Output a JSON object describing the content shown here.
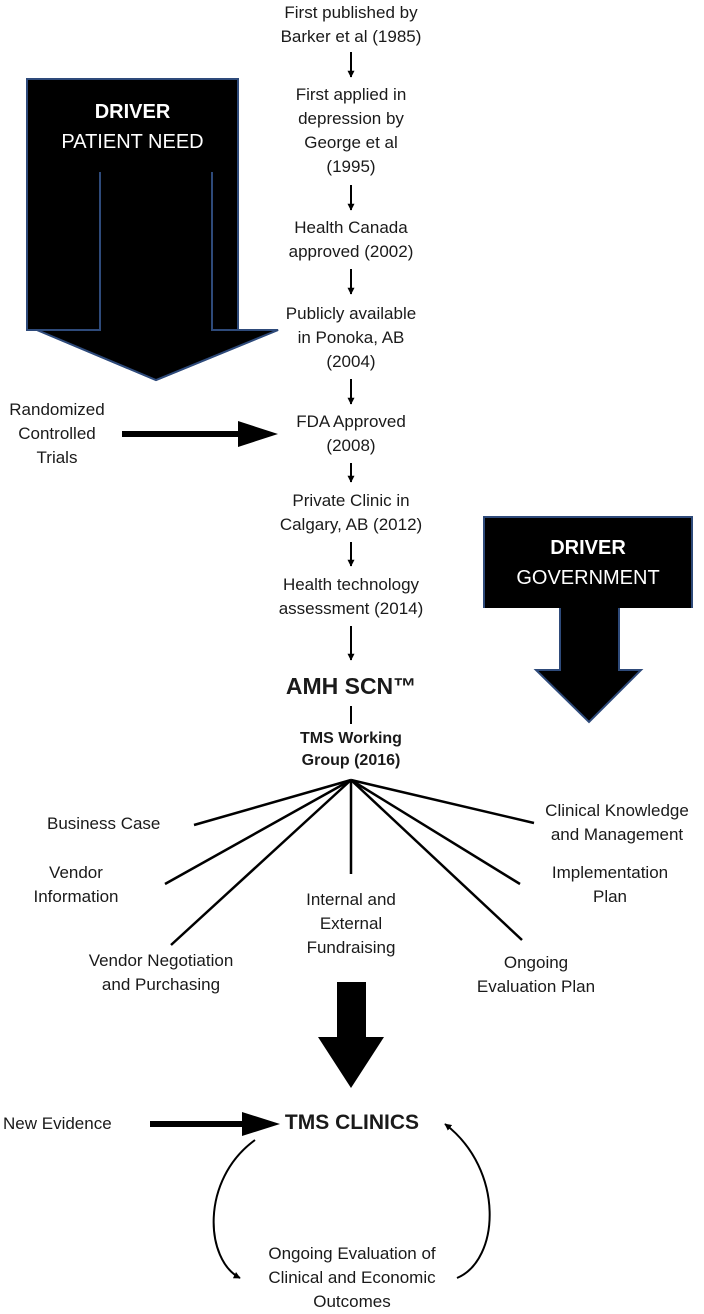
{
  "timeline": {
    "barker": [
      "First published by",
      "Barker et al (1985)"
    ],
    "george": [
      "First applied in",
      "depression by",
      "George et al",
      "(1995)"
    ],
    "health_canada": [
      "Health Canada",
      "approved (2002)"
    ],
    "ponoka": [
      "Publicly available",
      "in Ponoka, AB",
      "(2004)"
    ],
    "fda": [
      "FDA Approved",
      "(2008)"
    ],
    "calgary": [
      "Private Clinic in",
      "Calgary, AB (2012)"
    ],
    "hta": [
      "Health technology",
      "assessment (2014)"
    ]
  },
  "amh": "AMH SCN™",
  "working_group": [
    "TMS Working",
    "Group (2016)"
  ],
  "rct": [
    "Randomized",
    "Controlled",
    "Trials"
  ],
  "driver_patient": {
    "title": "DRIVER",
    "subtitle": "PATIENT NEED"
  },
  "driver_government": {
    "title": "DRIVER",
    "subtitle": "GOVERNMENT"
  },
  "branches": {
    "business_case": "Business Case",
    "vendor_information": [
      "Vendor",
      "Information"
    ],
    "vendor_negotiation": [
      "Vendor Negotiation",
      "and Purchasing"
    ],
    "fundraising": [
      "Internal and",
      "External",
      "Fundraising"
    ],
    "ongoing_evaluation_plan": [
      "Ongoing",
      "Evaluation Plan"
    ],
    "implementation_plan": [
      "Implementation",
      "Plan"
    ],
    "clinical_knowledge": [
      "Clinical Knowledge",
      "and Management"
    ]
  },
  "tms_clinics": "TMS CLINICS",
  "new_evidence": "New Evidence",
  "outcomes": [
    "Ongoing Evaluation of",
    "Clinical and Economic",
    "Outcomes"
  ],
  "colors": {
    "ink": "#000000",
    "driver_border": "#2e4a7a",
    "text": "#1a1a1a"
  }
}
